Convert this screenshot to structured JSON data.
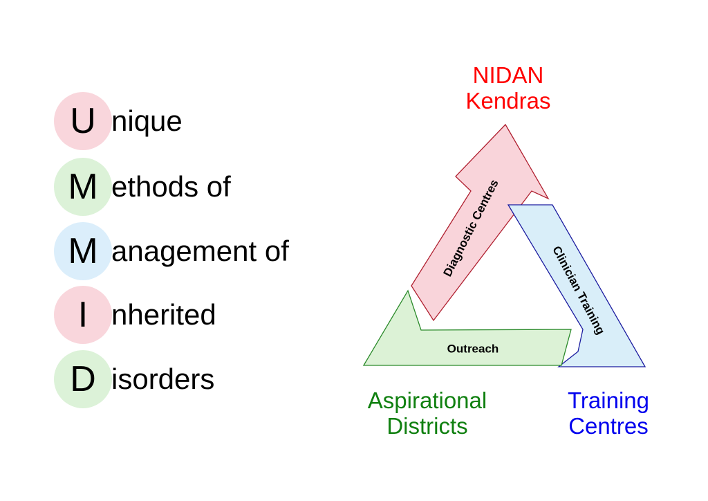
{
  "acronym": {
    "rows": [
      {
        "initial": "U",
        "rest": "nique",
        "color": "#f9d6dc"
      },
      {
        "initial": "M",
        "rest": "ethods of",
        "color": "#dcf2d8"
      },
      {
        "initial": "M",
        "rest": "anagement of",
        "color": "#dbeefb"
      },
      {
        "initial": "I",
        "rest": "nherited",
        "color": "#f9d6dc"
      },
      {
        "initial": "D",
        "rest": "isorders",
        "color": "#dcf2d8"
      }
    ]
  },
  "diagram": {
    "vertices": {
      "top": {
        "line1": "NIDAN",
        "line2": "Kendras",
        "color": "#ff0000"
      },
      "bottom_left": {
        "line1": "Aspirational",
        "line2": "Districts",
        "color": "#108010"
      },
      "bottom_right": {
        "line1": "Training",
        "line2": "Centres",
        "color": "#0000ee"
      }
    },
    "arrows": {
      "diagnostic": {
        "label": "Diagnostic Centres",
        "fill": "#f9d4da",
        "stroke": "#b02030"
      },
      "clinician": {
        "label": "Clinician Training",
        "fill": "#d9eef9",
        "stroke": "#1c1ca0"
      },
      "outreach": {
        "label": "Outreach",
        "fill": "#dcf2d6",
        "stroke": "#2a8a2a"
      }
    }
  }
}
